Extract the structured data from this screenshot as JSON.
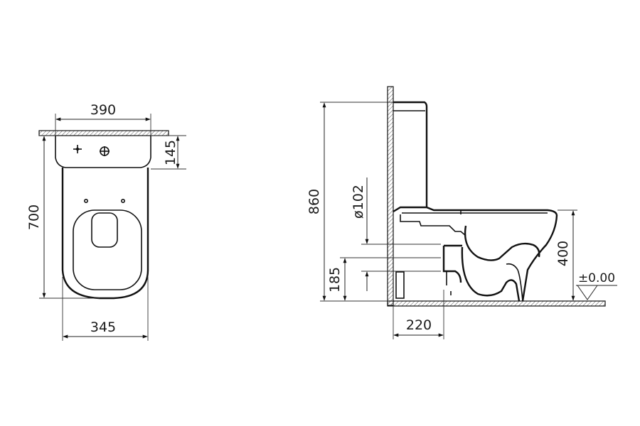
{
  "dimensions": {
    "width_top": "390",
    "tank_depth": "145",
    "length": "700",
    "width_bottom": "345",
    "total_height": "860",
    "pipe_diameter": "ø102",
    "outlet_height": "185",
    "rim_height": "400",
    "wall_offset": "220",
    "floor_level": "±0.00"
  },
  "colors": {
    "line": "#111111",
    "hatch": "#555555",
    "background": "#ffffff"
  }
}
